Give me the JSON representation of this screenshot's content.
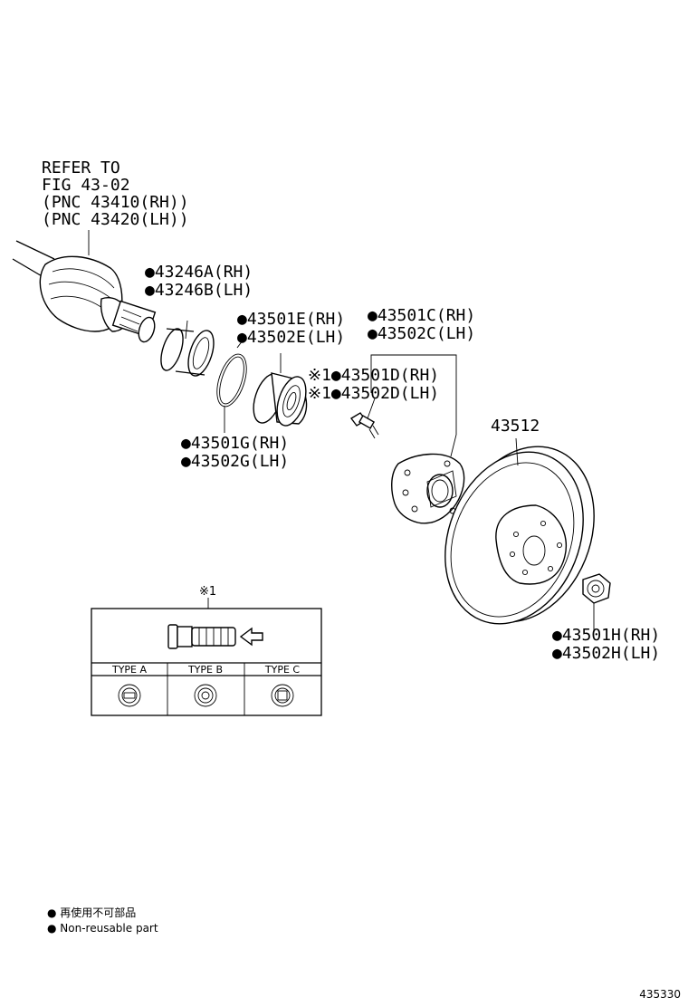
{
  "refer": {
    "line1": "REFER TO",
    "line2": "FIG 43-02",
    "line3": "(PNC 43410(RH))",
    "line4": "(PNC 43420(LH))"
  },
  "labels": {
    "p43246a": "●43246A(RH)",
    "p43246b": "●43246B(LH)",
    "p43501e": "●43501E(RH)",
    "p43502e": "●43502E(LH)",
    "p43501c": "●43501C(RH)",
    "p43502c": "●43502C(LH)",
    "p43501d": "※1●43501D(RH)",
    "p43502d": "※1●43502D(LH)",
    "p43512": "43512",
    "p43501g": "●43501G(RH)",
    "p43502g": "●43502G(LH)",
    "p43501h": "●43501H(RH)",
    "p43502h": "●43502H(LH)"
  },
  "inset": {
    "mark": "※1",
    "types": [
      "TYPE A",
      "TYPE B",
      "TYPE C"
    ]
  },
  "legend": {
    "jp": "● 再使用不可部品",
    "en": "● Non-reusable part"
  },
  "figure_id": "435330"
}
